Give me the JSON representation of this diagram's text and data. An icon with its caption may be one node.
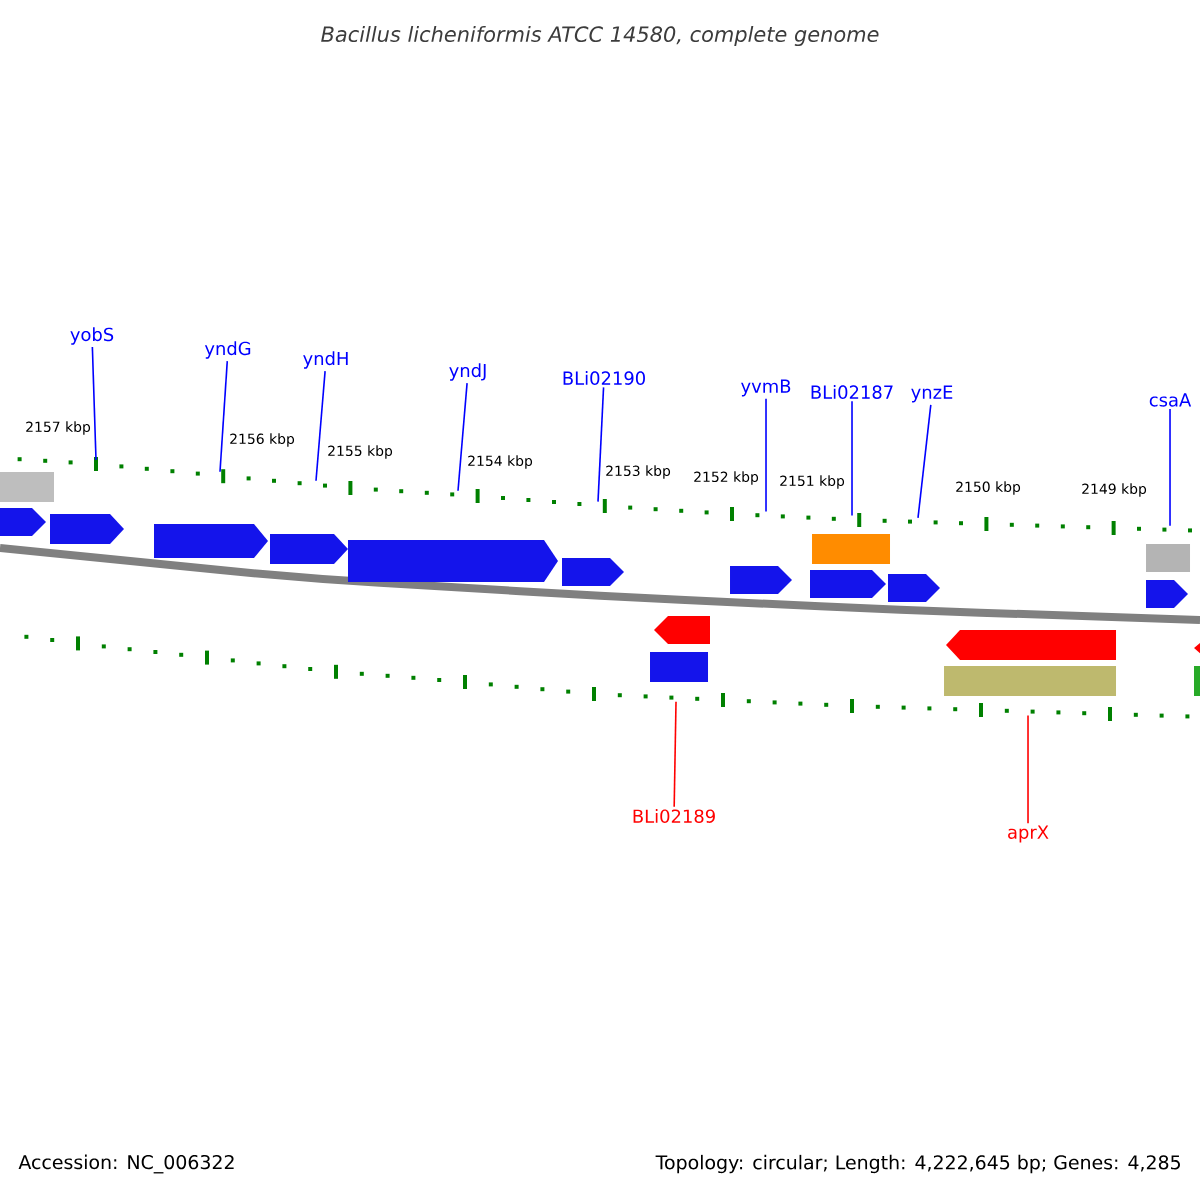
{
  "diagram": {
    "title": "Bacillus licheniformis ATCC 14580, complete genome",
    "nodes": [
      {
        "text": [
          "yobS"
        ]
      },
      {
        "text": [
          "yndG"
        ]
      },
      {
        "text": [
          "yndH"
        ]
      },
      {
        "text": [
          "yndJ"
        ]
      },
      {
        "text": [
          "BLi02190"
        ]
      },
      {
        "text": [
          "yvmB"
        ]
      },
      {
        "text": [
          "BLi02187"
        ]
      },
      {
        "text": [
          "ynzE"
        ]
      },
      {
        "text": [
          "csaA"
        ]
      },
      {
        "text": [
          "BLi02189"
        ]
      },
      {
        "text": [
          "aprX"
        ]
      },
      {
        "text": [],
        "shape": "ruler"
      },
      {
        "text": [],
        "shape": "ruler"
      }
    ],
    "edges": [
      {
        "from": 0,
        "to": 11,
        "arrow": "none"
      },
      {
        "from": 1,
        "to": 11,
        "arrow": "none"
      },
      {
        "from": 2,
        "to": 11,
        "arrow": "none"
      },
      {
        "from": 3,
        "to": 11,
        "arrow": "none"
      },
      {
        "from": 4,
        "to": 11,
        "arrow": "none"
      },
      {
        "from": 5,
        "to": 11,
        "arrow": "none"
      },
      {
        "from": 6,
        "to": 11,
        "arrow": "none"
      },
      {
        "from": 7,
        "to": 11,
        "arrow": "none"
      },
      {
        "from": 8,
        "to": 11,
        "arrow": "none"
      },
      {
        "from": 9,
        "to": 12,
        "arrow": "none",
        "color": "#ff0000"
      },
      {
        "from": 10,
        "to": 12,
        "arrow": "none",
        "color": "#ff0000"
      }
    ],
    "labels": [
      "2157 kbp",
      "2156 kbp",
      "2155 kbp",
      "2154 kbp",
      "2153 kbp",
      "2152 kbp",
      "2151 kbp",
      "2150 kbp",
      "2149 kbp",
      "Accession: NC_006322",
      "Topology: circular; Length: 4,222,645 bp; Genes: 4,285"
    ]
  }
}
